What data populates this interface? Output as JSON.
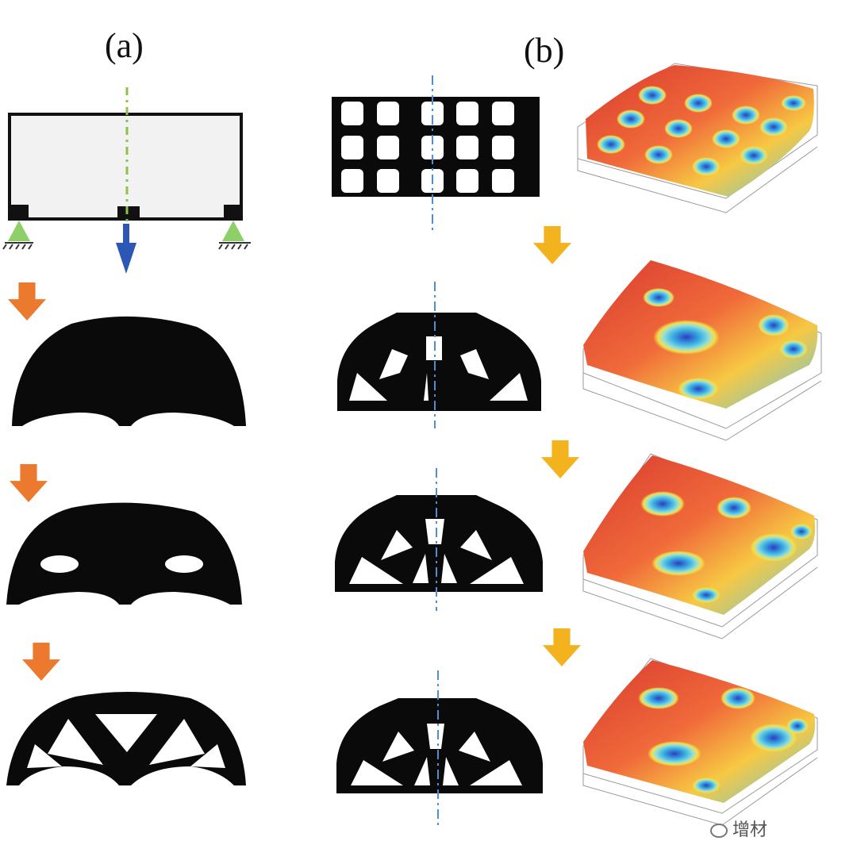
{
  "panels": {
    "a": {
      "label": "(a)"
    },
    "b": {
      "label": "(b)"
    }
  },
  "watermark": {
    "text": "增材"
  },
  "colors": {
    "orange_arrow": "#ec7a2e",
    "yellow_arrow": "#f2b31e",
    "load_arrow": "#2d57b5",
    "support": "#8ecf6a",
    "axis_green": "#8bc34a",
    "axis_blue": "#4f8fcf",
    "structure": "#0a0a0a"
  },
  "icons": [
    "orange-down-arrow-icon",
    "yellow-down-arrow-icon",
    "load-arrow-icon",
    "support-icon",
    "wechat-icon"
  ]
}
